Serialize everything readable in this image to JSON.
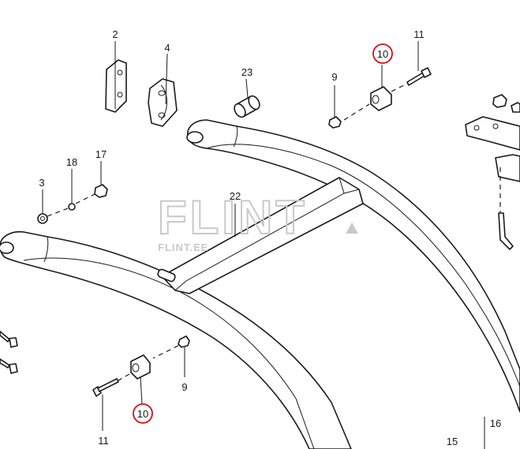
{
  "callouts": {
    "c2": "2",
    "c4": "4",
    "c23": "23",
    "c9_top": "9",
    "c10_top": "10",
    "c11_top": "11",
    "c3": "3",
    "c18": "18",
    "c17": "17",
    "c22": "22",
    "c9_bottom": "9",
    "c10_bottom": "10",
    "c11_bottom": "11",
    "c15": "15",
    "c16": "16"
  },
  "watermark": {
    "brand": "FLINT",
    "site": "FLINT.EE"
  },
  "colors": {
    "line": "#1a1a1a",
    "highlight": "#d0101a",
    "watermark": "#c9c9c9"
  }
}
